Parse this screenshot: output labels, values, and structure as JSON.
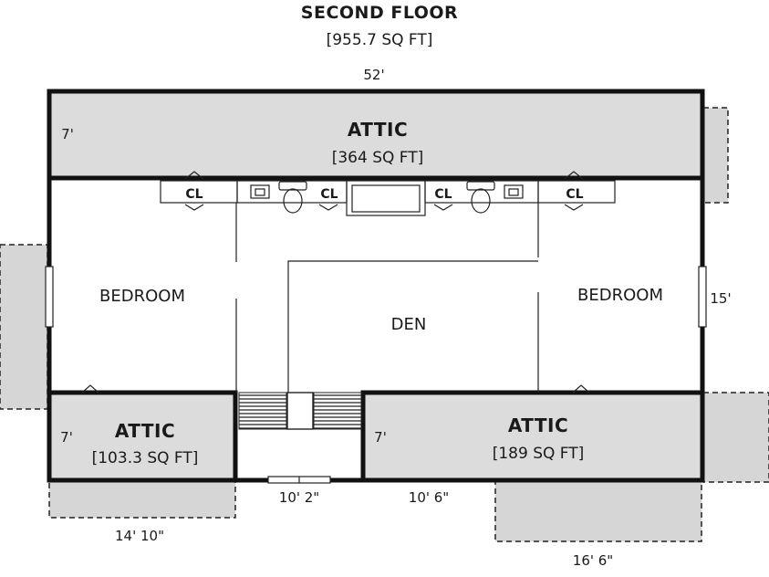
{
  "floor": {
    "title": "SECOND FLOOR",
    "area": "[955.7 SQ FT]"
  },
  "dimensions": {
    "top_width": "52'",
    "attic_top_height": "7'",
    "right_depth": "15'",
    "attic_left_height": "7'",
    "attic_right_height": "7'",
    "bottom_left": "14' 10\"",
    "bottom_center_a": "10' 2\"",
    "bottom_center_b": "10' 6\"",
    "bottom_right": "16' 6\""
  },
  "rooms": {
    "attic_top": {
      "label": "ATTIC",
      "area": "[364 SQ FT]"
    },
    "attic_left": {
      "label": "ATTIC",
      "area": "[103.3 SQ FT]"
    },
    "attic_right": {
      "label": "ATTIC",
      "area": "[189 SQ FT]"
    },
    "bedroom_left": "BEDROOM",
    "bedroom_right": "BEDROOM",
    "den": "DEN",
    "closets": [
      "CL",
      "CL",
      "CL",
      "CL"
    ]
  }
}
